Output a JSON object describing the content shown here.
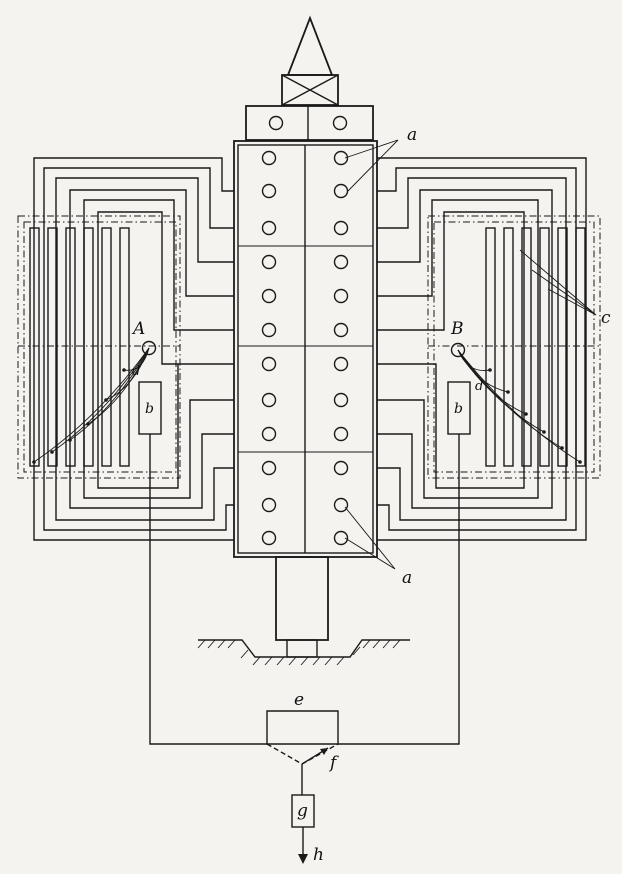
{
  "labels": {
    "a": "a",
    "b": "b",
    "c": "c",
    "d": "d",
    "e": "e",
    "f": "f",
    "g": "g",
    "h": "h",
    "A": "A",
    "B": "B"
  }
}
